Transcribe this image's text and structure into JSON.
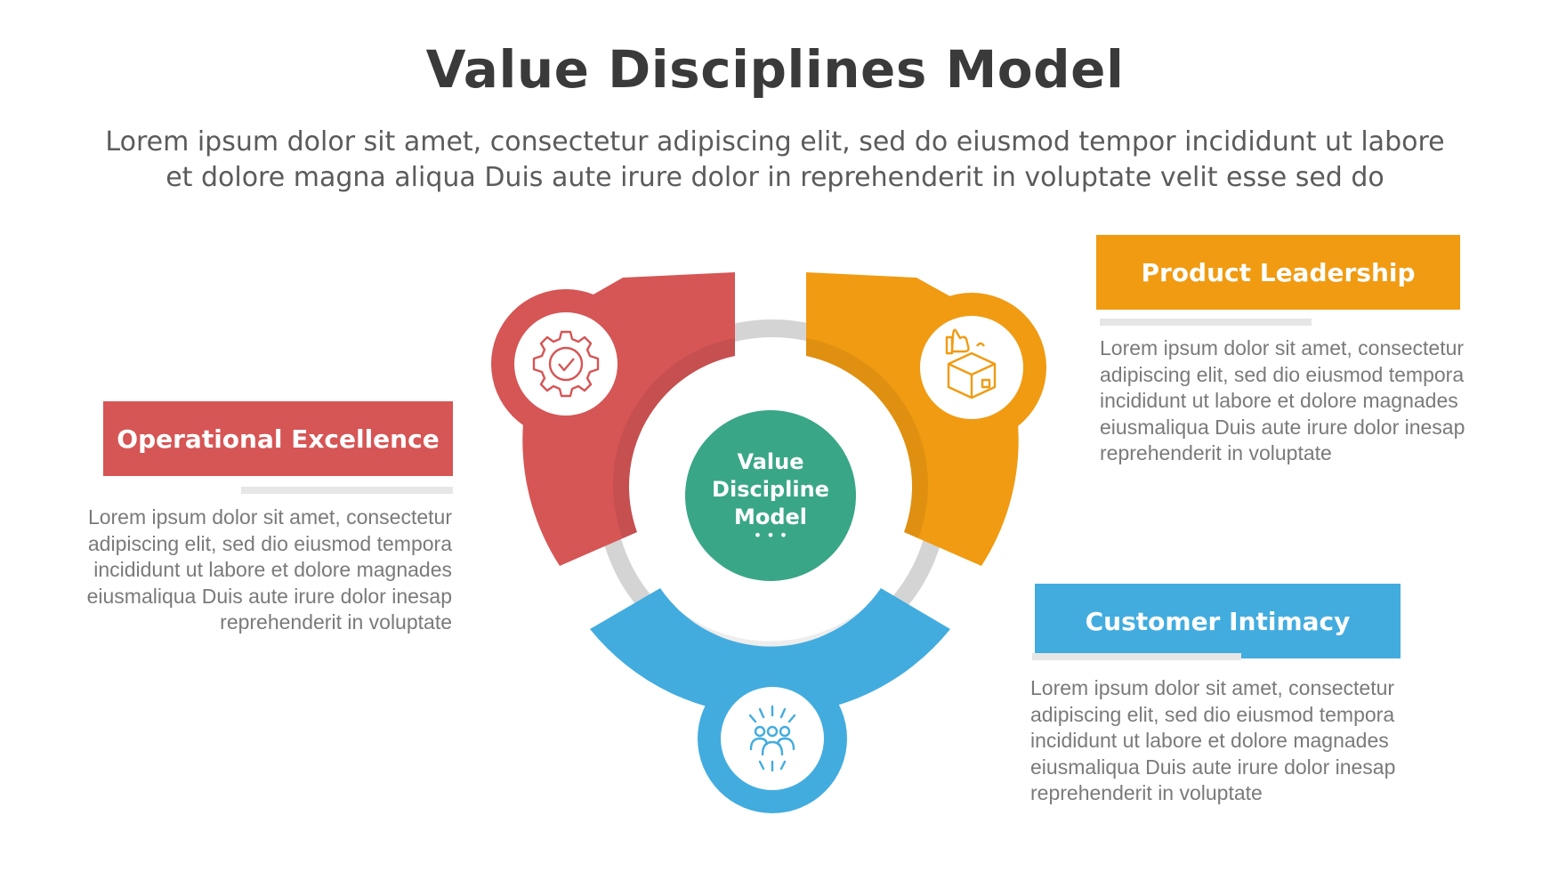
{
  "title": "Value Disciplines Model",
  "subtitle": [
    "Lorem ipsum dolor sit amet, consectetur adipiscing elit, sed do eiusmod tempor incididunt ut labore",
    "et dolore magna aliqua Duis aute irure dolor in reprehenderit in voluptate velit esse sed do"
  ],
  "center": {
    "lines": [
      "Value",
      "Discipline",
      "Model"
    ],
    "dots": "• • •",
    "color": "#3aa688"
  },
  "disciplines": [
    {
      "label": "Operational Excellence",
      "color": "#d65555",
      "icon": "gear-check-icon",
      "description": [
        "Lorem ipsum dolor sit amet, consectetur",
        "adipiscing elit, sed dio eiusmod tempora",
        "incididunt ut labore et dolore magnades",
        "eiusmaliqua Duis aute irure dolor inesap",
        "reprehenderit in voluptate"
      ]
    },
    {
      "label": "Product Leadership",
      "color": "#f09b12",
      "icon": "product-box-thumbs-up-icon",
      "description": [
        "Lorem ipsum dolor sit amet, consectetur",
        "adipiscing elit, sed dio eiusmod tempora",
        "incididunt ut labore et dolore magnades",
        "eiusmaliqua Duis aute irure dolor inesap",
        "reprehenderit in voluptate"
      ]
    },
    {
      "label": "Customer Intimacy",
      "color": "#42acdf",
      "icon": "customer-group-icon",
      "description": [
        "Lorem ipsum dolor sit amet, consectetur",
        "adipiscing elit, sed dio eiusmod tempora",
        "incididunt ut labore et dolore magnades",
        "eiusmaliqua Duis aute irure dolor inesap",
        "reprehenderit in voluptate"
      ]
    }
  ],
  "colors": {
    "ring": "#d4d4d4",
    "underline": "#e6e6e6",
    "text": "#7a7a7a"
  }
}
